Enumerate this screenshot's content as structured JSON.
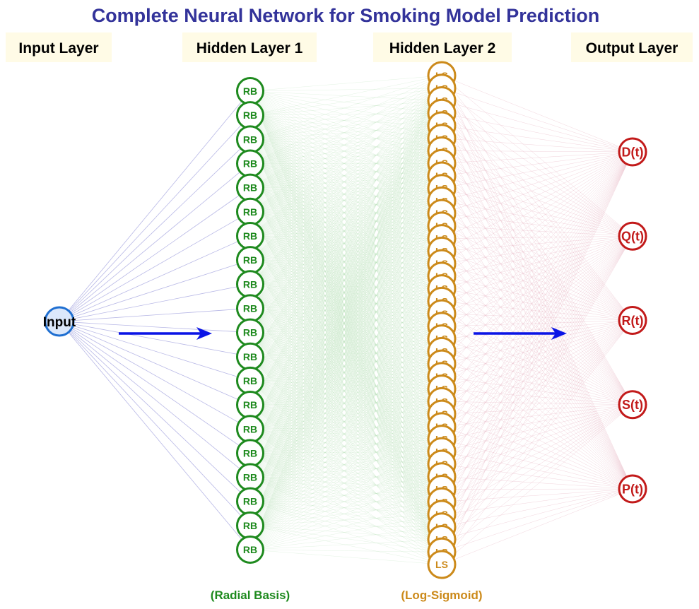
{
  "title": "Complete Neural Network for Smoking Model Prediction",
  "layers": {
    "input": {
      "label": "Input Layer",
      "node_label": "Input",
      "node_count": 1
    },
    "hidden1": {
      "label": "Hidden Layer 1",
      "node_label": "RB",
      "node_count": 20,
      "sublabel": "(Radial Basis)"
    },
    "hidden2": {
      "label": "Hidden Layer 2",
      "node_label": "LS",
      "node_count": 40,
      "sublabel": "(Log-Sigmoid)"
    },
    "output": {
      "label": "Output Layer",
      "node_labels": [
        "D(t)",
        "Q(t)",
        "R(t)",
        "S(t)",
        "P(t)"
      ]
    }
  },
  "colors": {
    "title": "#33339a",
    "label_bg": "#fffbe6",
    "input_node": "#1f6fd1",
    "input_fill": "#dce8fb",
    "hidden1_node": "#1e8a1e",
    "hidden2_node": "#cc8a1a",
    "output_node": "#c21a1a",
    "arrow": "#0a14e6",
    "edge_input": "#b8b8e6",
    "edge_h1h2": "#bfe3bf",
    "edge_h2out": "#e8b8c4"
  }
}
